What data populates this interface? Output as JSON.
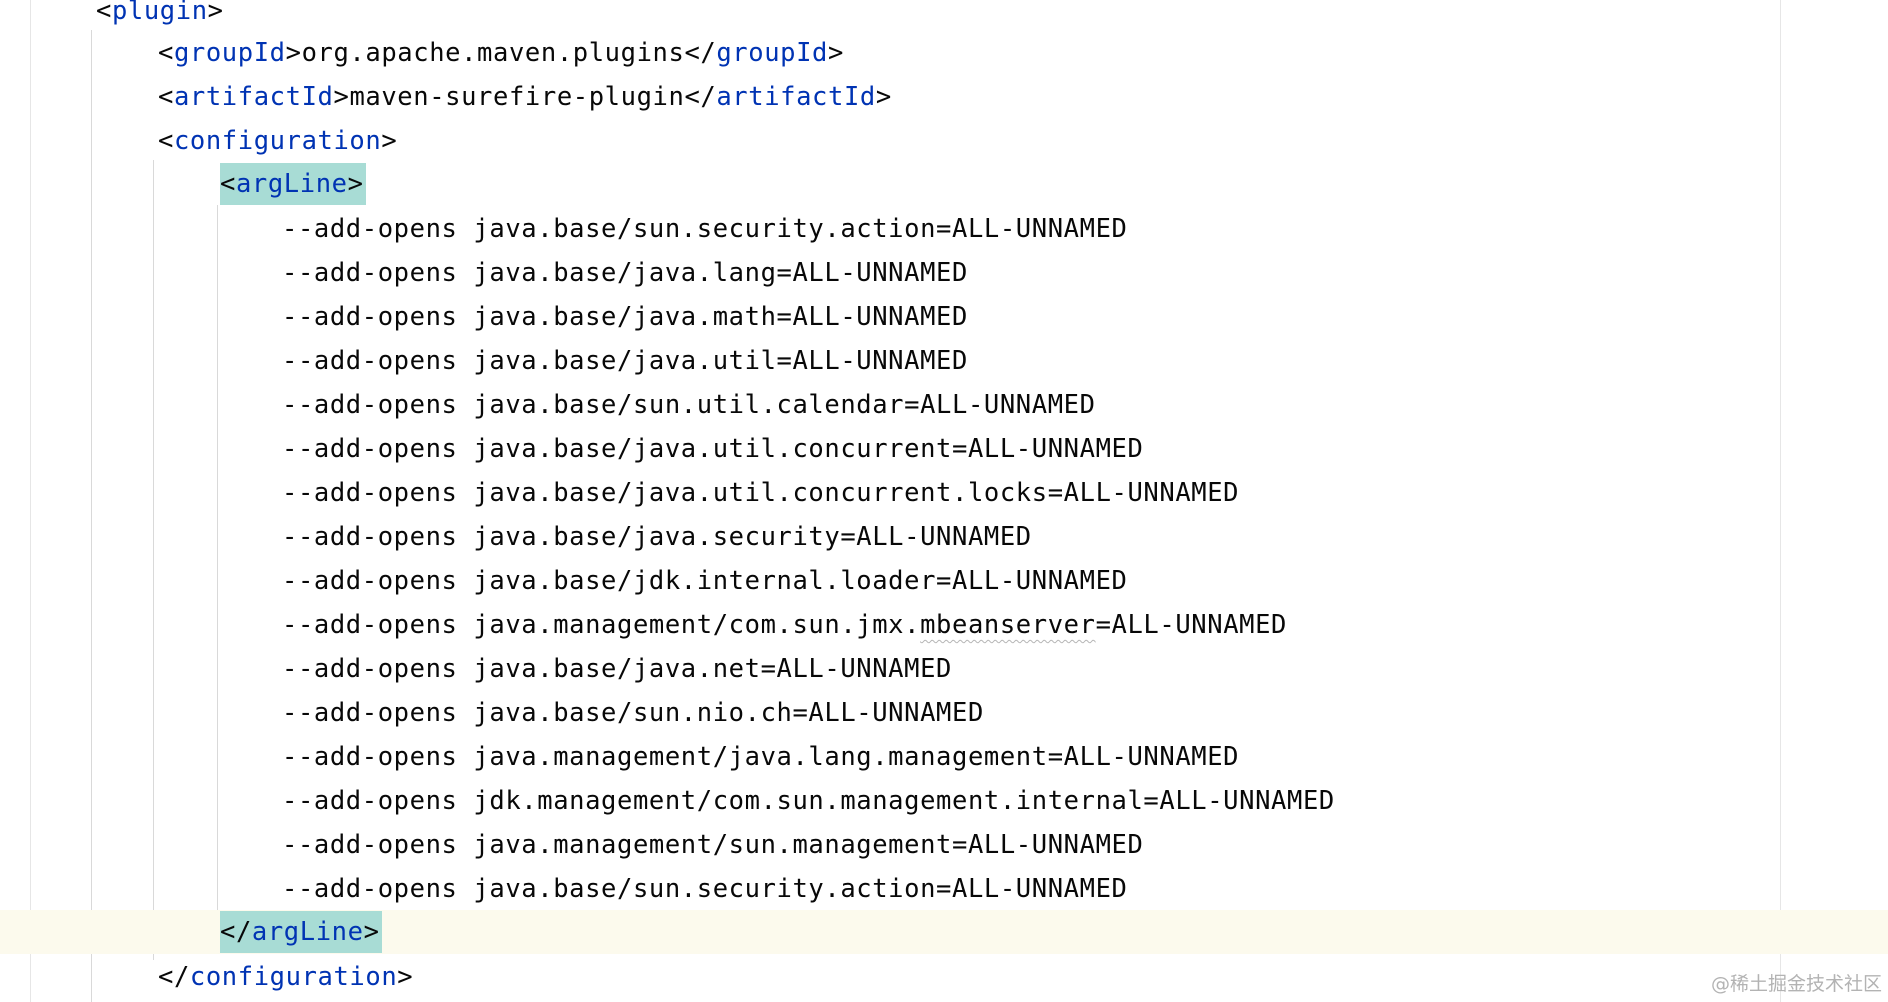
{
  "editor": {
    "lines": [
      {
        "open": "<",
        "tag": "plugin",
        "close": ">"
      },
      {
        "open": "<",
        "tag": "groupId",
        "mid": ">",
        "text": "org.apache.maven.plugins",
        "open2": "</",
        "tag2": "groupId",
        "close": ">"
      },
      {
        "open": "<",
        "tag": "artifactId",
        "mid": ">",
        "text": "maven-surefire-plugin",
        "open2": "</",
        "tag2": "artifactId",
        "close": ">"
      },
      {
        "open": "<",
        "tag": "configuration",
        "close": ">"
      },
      {
        "open": "<",
        "tag": "argLine",
        "close": ">"
      }
    ],
    "args": [
      "--add-opens java.base/sun.security.action=ALL-UNNAMED",
      "--add-opens java.base/java.lang=ALL-UNNAMED",
      "--add-opens java.base/java.math=ALL-UNNAMED",
      "--add-opens java.base/java.util=ALL-UNNAMED",
      "--add-opens java.base/sun.util.calendar=ALL-UNNAMED",
      "--add-opens java.base/java.util.concurrent=ALL-UNNAMED",
      "--add-opens java.base/java.util.concurrent.locks=ALL-UNNAMED",
      "--add-opens java.base/java.security=ALL-UNNAMED",
      "--add-opens java.base/jdk.internal.loader=ALL-UNNAMED",
      {
        "pre": "--add-opens java.management/com.sun.jmx.",
        "warn": "mbeanserver",
        "post": "=ALL-UNNAMED"
      },
      "--add-opens java.base/java.net=ALL-UNNAMED",
      "--add-opens java.base/sun.nio.ch=ALL-UNNAMED",
      "--add-opens java.management/java.lang.management=ALL-UNNAMED",
      "--add-opens jdk.management/com.sun.management.internal=ALL-UNNAMED",
      "--add-opens java.management/sun.management=ALL-UNNAMED",
      "--add-opens java.base/sun.security.action=ALL-UNNAMED"
    ],
    "closing": [
      {
        "open": "</",
        "tag": "argLine",
        "close": ">"
      },
      {
        "open": "</",
        "tag": "configuration",
        "close": ">"
      }
    ]
  },
  "watermark": "@稀土掘金技术社区",
  "colors": {
    "tag": "#0033b3",
    "text": "#080808",
    "bracket_highlight": "#a8dcd5",
    "current_line": "#fcfaed"
  }
}
